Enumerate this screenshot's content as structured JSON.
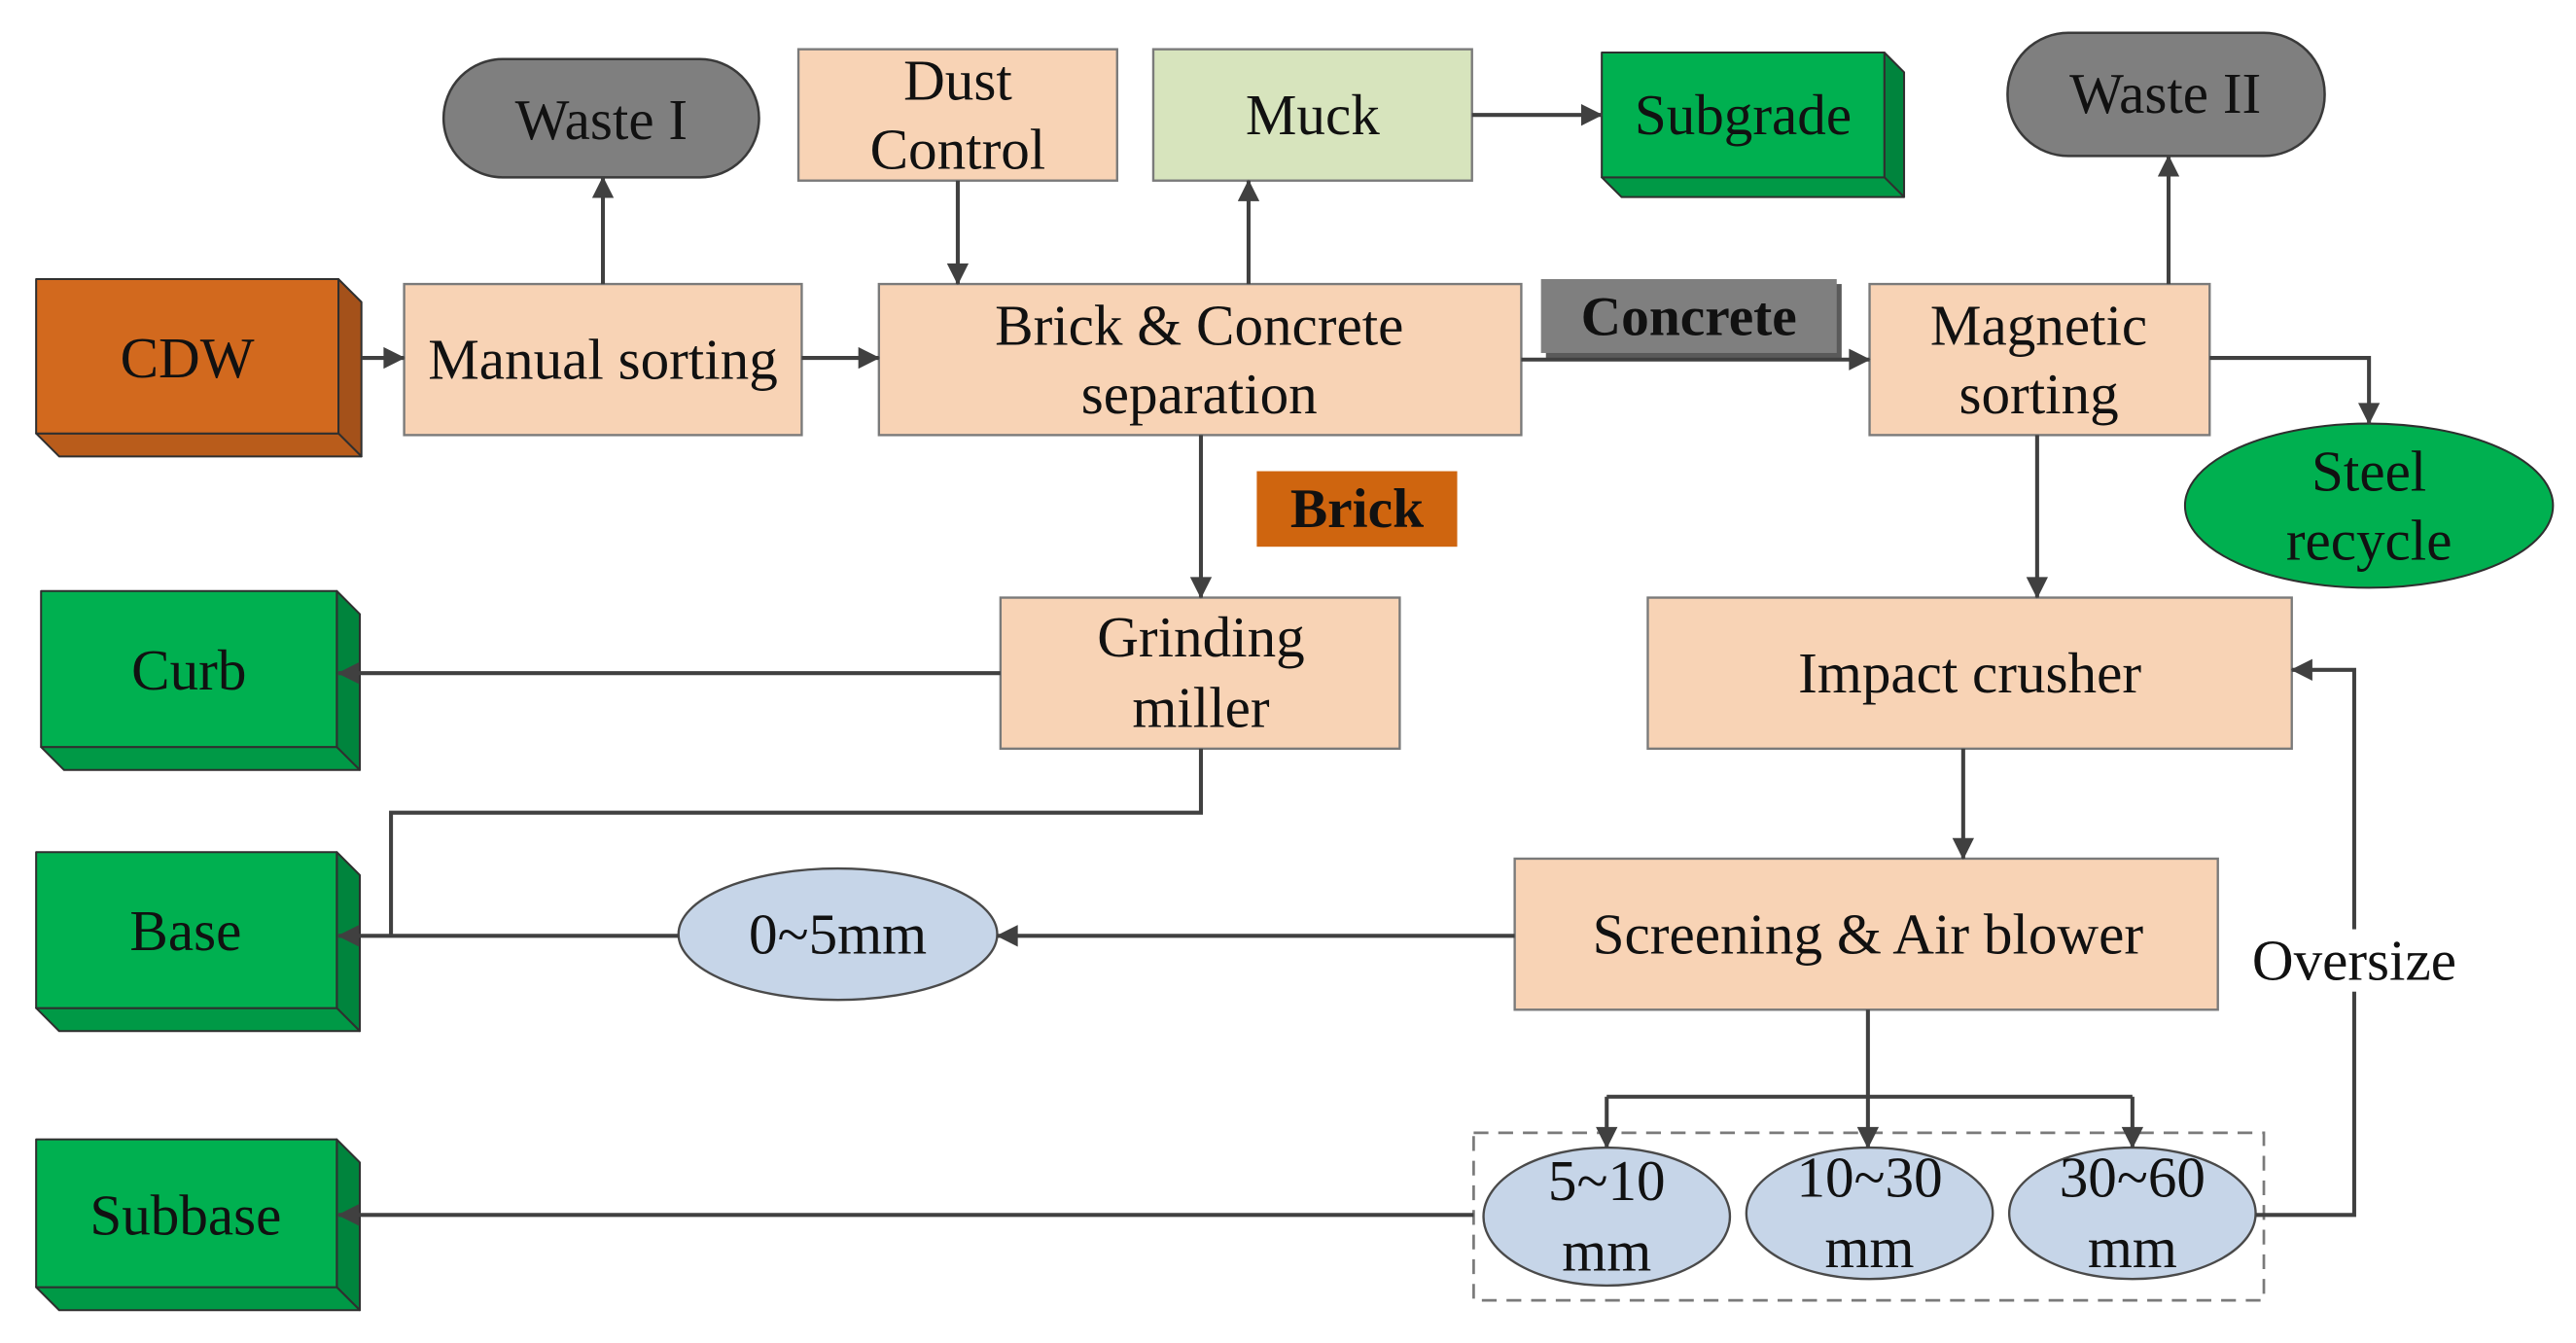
{
  "diagram": {
    "nodes": {
      "waste_1": {
        "label": "Waste I"
      },
      "dust_control": {
        "lines": [
          "Dust",
          "Control"
        ]
      },
      "muck": {
        "label": "Muck"
      },
      "subgrade": {
        "label": "Subgrade"
      },
      "waste_2": {
        "label": "Waste II"
      },
      "cdw": {
        "label": "CDW"
      },
      "manual_sorting": {
        "label": "Manual sorting"
      },
      "brick_concrete_separation": {
        "lines": [
          "Brick & Concrete",
          "separation"
        ]
      },
      "magnetic_sorting": {
        "lines": [
          "Magnetic",
          "sorting"
        ]
      },
      "steel_recycle": {
        "lines": [
          "Steel",
          "recycle"
        ]
      },
      "grinding_miller": {
        "lines": [
          "Grinding",
          "miller"
        ]
      },
      "curb": {
        "label": "Curb"
      },
      "impact_crusher": {
        "label": "Impact crusher"
      },
      "base": {
        "label": "Base"
      },
      "fraction_0_5": {
        "label": "0~5mm"
      },
      "screening": {
        "label": "Screening & Air blower"
      },
      "subbase": {
        "label": "Subbase"
      },
      "fraction_5_10": {
        "lines": [
          "5~10",
          "mm"
        ]
      },
      "fraction_10_30": {
        "lines": [
          "10~30",
          "mm"
        ]
      },
      "fraction_30_60": {
        "lines": [
          "30~60",
          "mm"
        ]
      }
    },
    "labels": {
      "concrete": "Concrete",
      "brick": "Brick",
      "oversize": "Oversize"
    }
  },
  "colors": {
    "process_box": "#F8D3B5",
    "muck_box": "#D7E4BD",
    "waste": "#7F7F7F",
    "input_box": "#D2691E",
    "input_box_side": "#A4511A",
    "input_box_bottom": "#B95C1B",
    "product_box": "#00B050",
    "product_box_side": "#00843D",
    "product_box_bottom": "#009946",
    "size_fraction": "#C6D5E8",
    "concrete_label": "#7F7F7F",
    "brick_label": "#CF650F",
    "arrow": "#404040"
  }
}
